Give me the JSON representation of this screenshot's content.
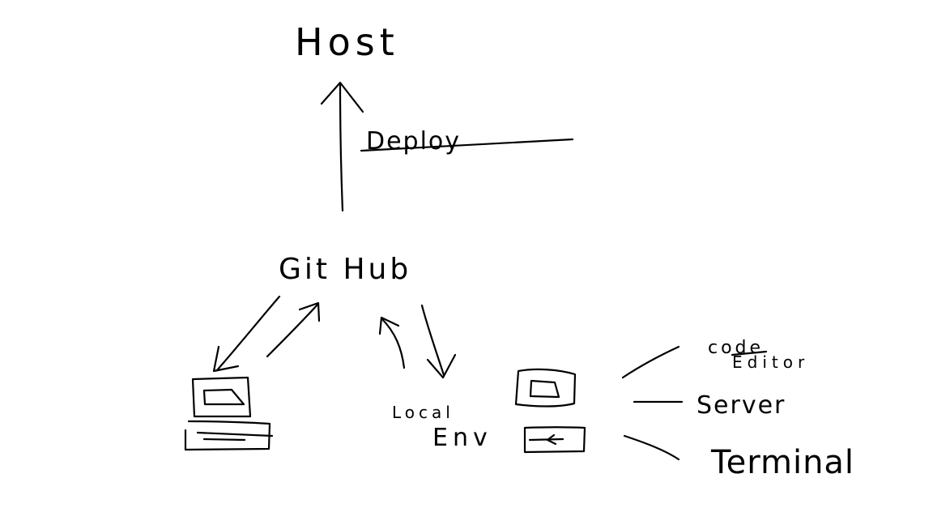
{
  "diagram": {
    "nodes": {
      "host": "Host",
      "github": "Git Hub",
      "local_line1": "Local",
      "local_line2": "Env",
      "code_editor_line1": "code",
      "code_editor_line2": "Editor",
      "server": "Server",
      "terminal": "Terminal"
    },
    "edges": {
      "deploy": "Deploy"
    }
  }
}
